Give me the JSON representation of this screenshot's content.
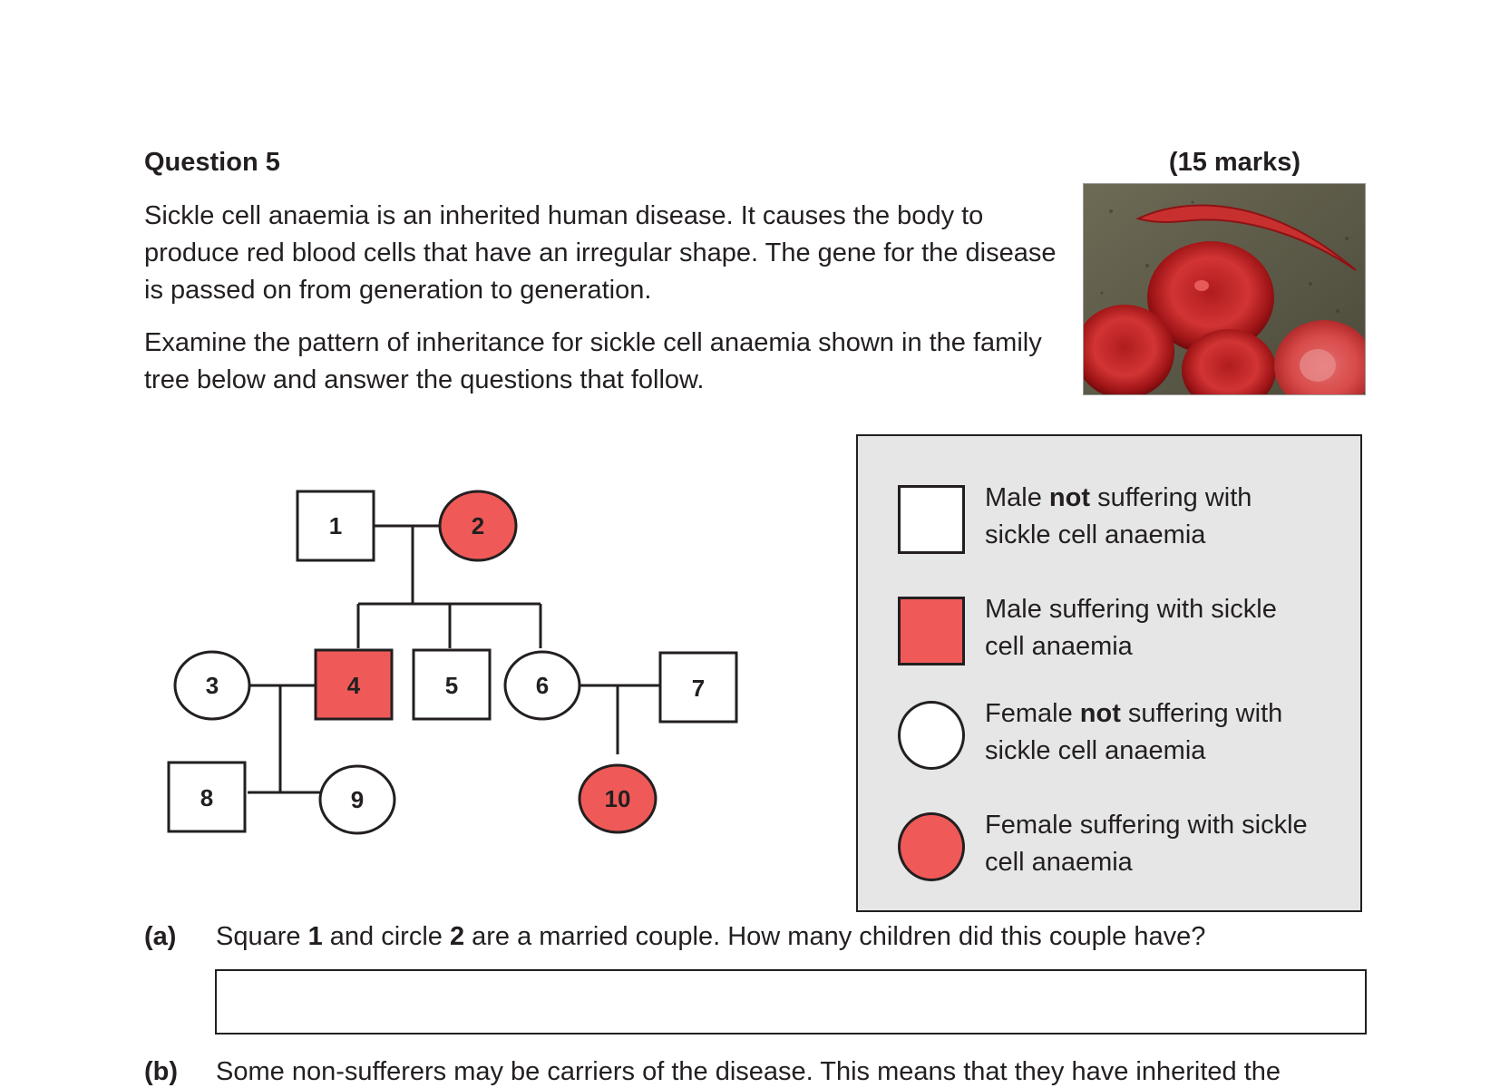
{
  "question": {
    "title": "Question 5",
    "marks": "(15 marks)",
    "intro": "Sickle cell anaemia is an inherited human disease.  It causes the body to produce red blood cells that have an irregular shape.  The gene for the disease is passed on from generation to generation.",
    "instruction": "Examine the pattern of inheritance for sickle cell anaemia shown in the family tree below and answer the questions that follow."
  },
  "colors": {
    "affected": "#ef5a58",
    "unaffected": "#ffffff",
    "legend_bg": "#e6e6e6"
  },
  "photo_icon": "sickle-cell-micrograph",
  "family_tree": {
    "nodes": [
      {
        "label": "1",
        "sex": "male",
        "affected": false
      },
      {
        "label": "2",
        "sex": "female",
        "affected": true
      },
      {
        "label": "3",
        "sex": "female",
        "affected": false
      },
      {
        "label": "4",
        "sex": "male",
        "affected": true
      },
      {
        "label": "5",
        "sex": "male",
        "affected": false
      },
      {
        "label": "6",
        "sex": "female",
        "affected": false
      },
      {
        "label": "7",
        "sex": "male",
        "affected": false
      },
      {
        "label": "8",
        "sex": "male",
        "affected": false
      },
      {
        "label": "9",
        "sex": "female",
        "affected": false
      },
      {
        "label": "10",
        "sex": "female",
        "affected": true
      }
    ]
  },
  "legend": [
    {
      "pre": "Male ",
      "bold": "not",
      "post": " suffering with",
      "line2": "sickle cell anaemia"
    },
    {
      "pre": "Male suffering with sickle",
      "bold": "",
      "post": "",
      "line2": "cell anaemia"
    },
    {
      "pre": "Female ",
      "bold": "not",
      "post": " suffering with",
      "line2": "sickle cell anaemia"
    },
    {
      "pre": "Female suffering with sickle",
      "bold": "",
      "post": "",
      "line2": "cell anaemia"
    }
  ],
  "part_a": {
    "label": "(a)",
    "t1": "Square ",
    "b1": "1",
    "t2": " and circle ",
    "b2": "2",
    "t3": " are a married couple.  How many children did this couple have?",
    "answer": ""
  },
  "part_b": {
    "label": "(b)",
    "text": "Some non-sufferers may be carriers of the disease.  This means that they have inherited the"
  }
}
